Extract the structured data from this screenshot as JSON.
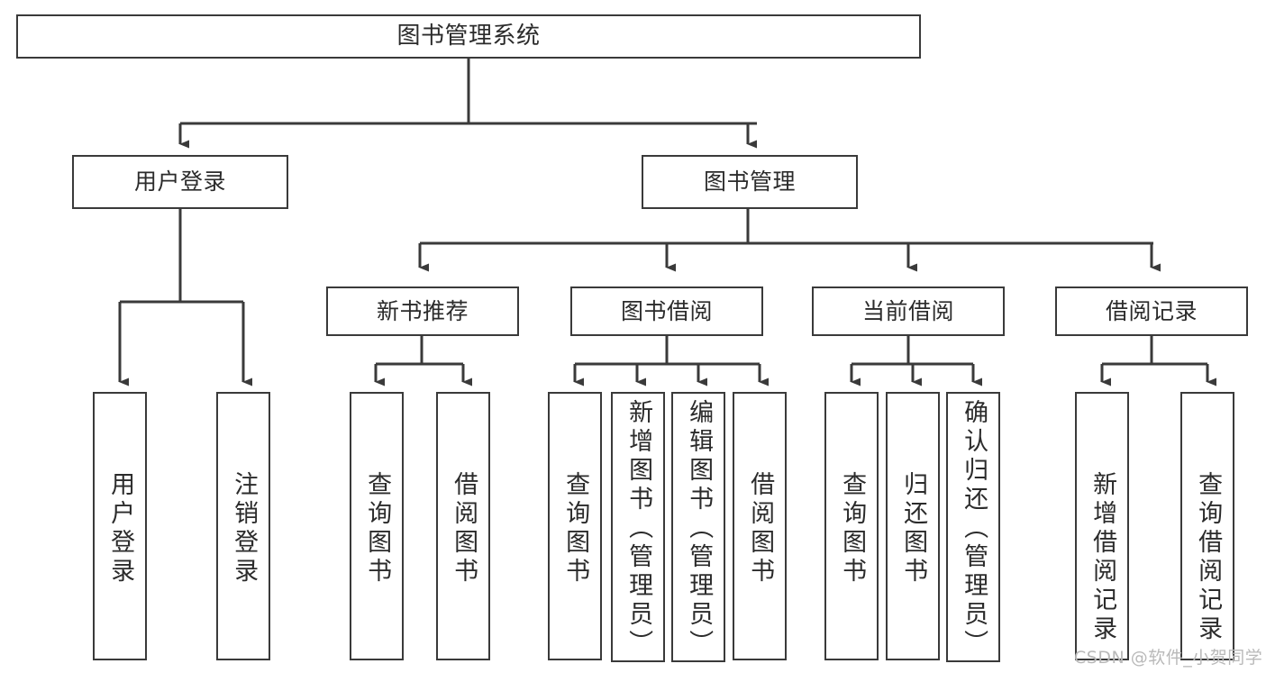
{
  "diagram": {
    "title": "图书管理系统",
    "type": "tree-hierarchy-diagram",
    "colors": {
      "box_border": "#3a3a3a",
      "box_fill": "#ffffff",
      "edge": "#3a3a3a",
      "text": "#2b2b2b",
      "background": "#ffffff",
      "watermark": "#b9b9b9"
    },
    "root": {
      "label": "图书管理系统"
    },
    "level2": [
      {
        "label": "用户登录"
      },
      {
        "label": "图书管理"
      }
    ],
    "level3": [
      {
        "label": "新书推荐"
      },
      {
        "label": "图书借阅"
      },
      {
        "label": "当前借阅"
      },
      {
        "label": "借阅记录"
      }
    ],
    "leaves": {
      "user_login": [
        {
          "label": "用户登录"
        },
        {
          "label": "注销登录"
        }
      ],
      "new_book_recommend": [
        {
          "label": "查询图书"
        },
        {
          "label": "借阅图书"
        }
      ],
      "book_borrow": [
        {
          "label": "查询图书"
        },
        {
          "label": "新增图书（管理员）"
        },
        {
          "label": "编辑图书（管理员）"
        },
        {
          "label": "借阅图书"
        }
      ],
      "current_borrow": [
        {
          "label": "查询图书"
        },
        {
          "label": "归还图书"
        },
        {
          "label": "确认归还（管理员）"
        }
      ],
      "borrow_record": [
        {
          "label": "新增借阅记录"
        },
        {
          "label": "查询借阅记录"
        }
      ]
    }
  },
  "watermark": {
    "text": "CSDN @软件_小贺同学"
  }
}
